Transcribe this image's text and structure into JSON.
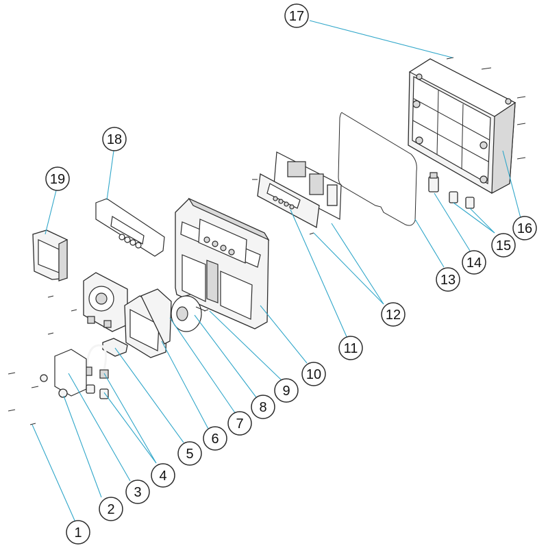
{
  "diagram": {
    "callouts": [
      {
        "id": "1",
        "label": "1"
      },
      {
        "id": "2",
        "label": "2"
      },
      {
        "id": "3",
        "label": "3"
      },
      {
        "id": "4",
        "label": "4"
      },
      {
        "id": "5",
        "label": "5"
      },
      {
        "id": "6",
        "label": "6"
      },
      {
        "id": "7",
        "label": "7"
      },
      {
        "id": "8",
        "label": "8"
      },
      {
        "id": "9",
        "label": "9"
      },
      {
        "id": "10",
        "label": "10"
      },
      {
        "id": "11",
        "label": "11"
      },
      {
        "id": "12",
        "label": "12"
      },
      {
        "id": "13",
        "label": "13"
      },
      {
        "id": "14",
        "label": "14"
      },
      {
        "id": "15",
        "label": "15"
      },
      {
        "id": "16",
        "label": "16"
      },
      {
        "id": "17",
        "label": "17"
      },
      {
        "id": "18",
        "label": "18"
      },
      {
        "id": "19",
        "label": "19"
      }
    ],
    "colors": {
      "leader": "#2fa6c9",
      "outline": "#2a2a2a",
      "background": "#ffffff"
    }
  }
}
